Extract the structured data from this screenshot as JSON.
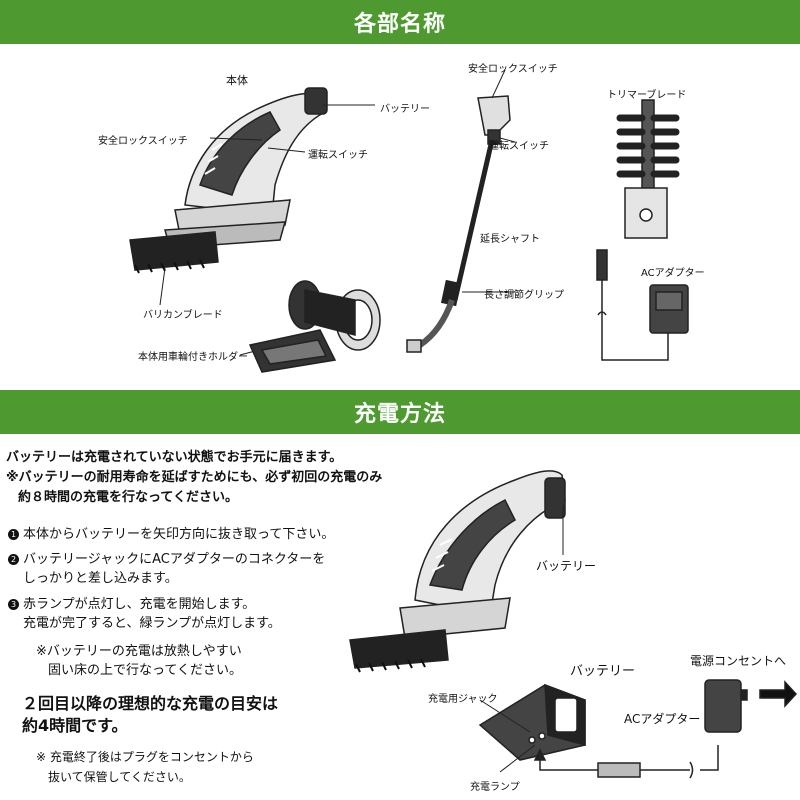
{
  "sections": {
    "parts_title": "各部名称",
    "charging_title": "充電方法"
  },
  "parts_labels": {
    "body": "本体",
    "battery": "バッテリー",
    "safety_lock": "安全ロックスイッチ",
    "run_switch": "運転スイッチ",
    "barber_blade": "バリカンブレード",
    "holder": "本体用車輪付きホルダー",
    "pole_safety_lock": "安全ロックスイッチ",
    "pole_run_switch": "運転スイッチ",
    "extension_shaft": "延長シャフト",
    "length_grip": "長さ調節グリップ",
    "trimmer_blade": "トリマーブレード",
    "ac_adapter": "ACアダプター"
  },
  "charging": {
    "intro1": "バッテリーは充電されていない状態でお手元に届きます。",
    "intro2": "※バッテリーの耐用寿命を延ばすためにも、必ず初回の充電のみ",
    "intro3": "約８時間の充電を行なってください。",
    "step1_num": "1",
    "step1": "本体からバッテリーを矢印方向に抜き取って下さい。",
    "step2_num": "2",
    "step2a": "バッテリージャックにACアダプターのコネクターを",
    "step2b": "しっかりと差し込みます。",
    "step3_num": "3",
    "step3a": "赤ランプが点灯し、充電を開始します。",
    "step3b": "充電が完了すると、緑ランプが点灯します。",
    "note1a": "※バッテリーの充電は放熱しやすい",
    "note1b": "固い床の上で行なってください。",
    "highlight1": "２回目以降の理想的な充電の目安は",
    "highlight2": "約4時間です。",
    "note2a": "※ 充電終了後はプラグをコンセントから",
    "note2b": "抜いて保管してください。"
  },
  "charging_labels": {
    "battery_body": "バッテリー",
    "battery_detached": "バッテリー",
    "jack": "充電用ジャック",
    "lamp": "充電ランプ",
    "adapter": "ACアダプター",
    "outlet": "電源コンセントへ"
  },
  "colors": {
    "band": "#4e9a31"
  }
}
